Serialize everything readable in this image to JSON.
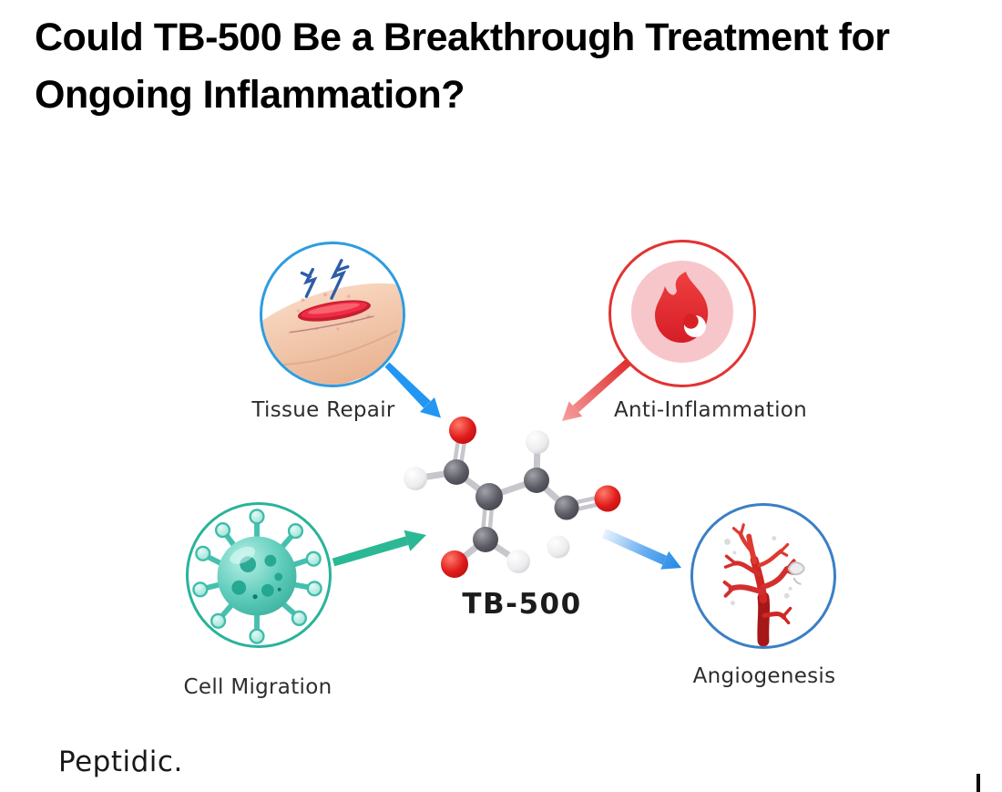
{
  "title": {
    "line1": "Could TB-500 Be a Breakthrough Treatment for",
    "line2": "Ongoing Inflammation?"
  },
  "diagram": {
    "center": {
      "label": "TB-500",
      "icon": "ball-and-stick-molecule-icon"
    },
    "nodes": [
      {
        "id": "tissue-repair",
        "label": "Tissue Repair",
        "icon": "wound-skin-icon",
        "ring_color": "#2d9ce0",
        "arrow_color": "#2196f3"
      },
      {
        "id": "anti-inflammation",
        "label": "Anti-Inflammation",
        "icon": "flame-icon",
        "ring_color": "#e23333",
        "arrow_color": "#ef5350"
      },
      {
        "id": "cell-migration",
        "label": "Cell Migration",
        "icon": "cell-icon",
        "ring_color": "#2ab39a",
        "arrow_color": "#2bb894"
      },
      {
        "id": "angiogenesis",
        "label": "Angiogenesis",
        "icon": "blood-vessel-icon",
        "ring_color": "#3b7fc4",
        "arrow_color": "#4da3f5"
      }
    ]
  },
  "molecule_colors": {
    "carbon": "#55555c",
    "oxygen": "#e01b1b",
    "hydrogen": "#f2f2f4"
  },
  "brand": {
    "logo_text": "Peptidic."
  }
}
